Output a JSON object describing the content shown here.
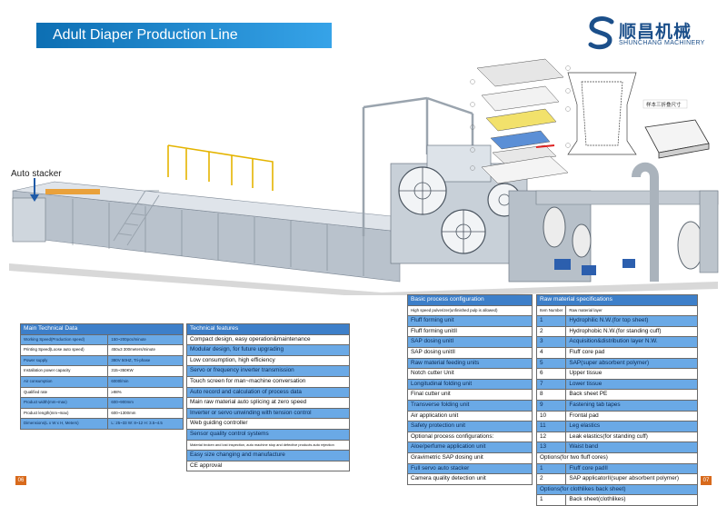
{
  "header": {
    "title": "Adult Diaper Production Line"
  },
  "brand": {
    "name_cn": "顺昌机械",
    "name_en": "SHUNCHANG MACHINERY",
    "color": "#1b4f8a"
  },
  "labels": {
    "auto_stacker": "Auto stacker",
    "size_note": "样本三折叠尺寸"
  },
  "main_tech": {
    "title": "Main Technical Data",
    "rows": [
      [
        "Working Speed(Production speed)",
        "150~200pcs/minute"
      ],
      [
        "Printing Speed(Loose auto speed)",
        "450±3 300meters/minute"
      ],
      [
        "Power supply",
        "380V 50HZ, Tri-phase"
      ],
      [
        "Installation power capacity",
        "315~350KW"
      ],
      [
        "Air consumption",
        "6000l/min"
      ],
      [
        "Qualified rate",
        "≥98%"
      ],
      [
        "Product width(mm~max)",
        "600~900mm"
      ],
      [
        "Product length(mm~max)",
        "600~1300mm"
      ],
      [
        "Dimensions(L x W x H, Meters)",
        "L: 25~33      W: 8~12      H: 3.5~4.5"
      ]
    ]
  },
  "features": {
    "title": "Technical features",
    "rows": [
      "Compact design, easy operation&maintenance",
      "Modular design, for future upgrading",
      "Low consumption, high efficiency",
      "Servo or frequency inverter transmission",
      "Touch screen for man~machine conversation",
      "Auto record and calculation of process data",
      "Main raw material auto splicing at zero speed",
      "Inverter or servo unwinding with tension control",
      "Web guiding controller",
      "Sensor quality control systems",
      "Material broken and lost inspection, auto machine stop and defective products auto rejection",
      "Easy size changing and manufacture",
      "CE approval"
    ]
  },
  "basic": {
    "title": "Basic process configuration",
    "rows": [
      "High speed pulverizer(unfinished pulp is allowed)",
      "Fluff forming unit",
      "Fluff forming unitII",
      "SAP dosing unitI",
      "SAP dosing unitII",
      "Raw material feeding units",
      "Notch cutter Unit",
      "Longitudinal folding unit",
      "Final cutter unit",
      "Transverse folding unit",
      "Air application unit",
      "Safety protection unit",
      "Optional process configurations:",
      "Aloe/perfume application unit",
      "Gravimetric SAP dosing unit",
      "Full servo auto stacker",
      "Camera quality detection unit"
    ]
  },
  "raw": {
    "title": "Raw material specifications",
    "col_headers": [
      "Item Number",
      "Raw material layer"
    ],
    "rows": [
      [
        "1",
        "Hydrophilic N.W.(for top sheet)"
      ],
      [
        "2",
        "Hydrophobic N.W.(for standing cuff)"
      ],
      [
        "3",
        "Acquisition&distribution layer N.W."
      ],
      [
        "4",
        "Fluff core pad"
      ],
      [
        "5",
        "SAP(super absorbent polymer)"
      ],
      [
        "6",
        "Upper tissue"
      ],
      [
        "7",
        "Lower tissue"
      ],
      [
        "8",
        "Back sheet PE"
      ],
      [
        "9",
        "Fastening tab tapes"
      ],
      [
        "10",
        "Frontal pad"
      ],
      [
        "11",
        "Leg elastics"
      ],
      [
        "12",
        "Leak elastics(for standing cuff)"
      ],
      [
        "13",
        "Waist band"
      ]
    ],
    "opt1_title": "Options(for two fluff cores)",
    "opt1_rows": [
      [
        "1",
        "Fluff core padII"
      ],
      [
        "2",
        "SAP applicatorII(super absorbent polymer)"
      ]
    ],
    "opt2_title": "Options(for clothlikes back sheet)",
    "opt2_rows": [
      [
        "1",
        "Back sheet(clothlikes)"
      ]
    ]
  },
  "pages": {
    "left": "06",
    "right": "07"
  }
}
